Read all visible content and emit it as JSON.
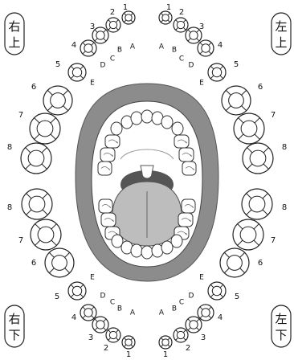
{
  "quadrants": {
    "upper_right": {
      "line1": "右",
      "line2": "上"
    },
    "upper_left": {
      "line1": "左",
      "line2": "上"
    },
    "lower_right": {
      "line1": "右",
      "line2": "下"
    },
    "lower_left": {
      "line1": "左",
      "line2": "下"
    }
  },
  "permanent_numbers": [
    "1",
    "2",
    "3",
    "4",
    "5",
    "6",
    "7",
    "8"
  ],
  "deciduous_letters": [
    "A",
    "B",
    "C",
    "D",
    "E"
  ]
}
